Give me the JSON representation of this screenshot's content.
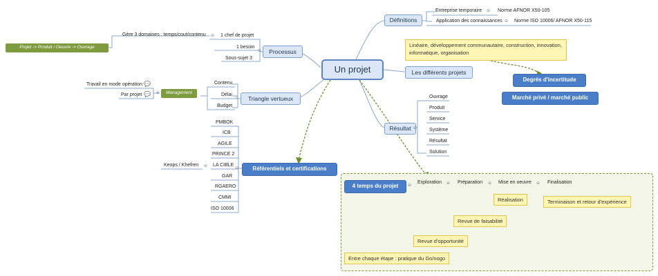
{
  "central": {
    "label": "Un projet"
  },
  "definitions": {
    "label": "Définitions",
    "items": [
      {
        "label": "Entreprise temporaire",
        "norm": "Norme AFNOR X50-105"
      },
      {
        "label": "Application des connaissances",
        "norm": "Norme ISO 10006/ AFNOR X50-115"
      }
    ]
  },
  "projets": {
    "label": "Les différents projets",
    "callout": "Linéaire, développement communautaire, construction, innovation, informatique, organisation",
    "incertitude": "Degrés d'incertitude",
    "marche": "Marché privé / marché public"
  },
  "processus": {
    "label": "Processus",
    "items": [
      "1 chef de projet",
      "1 besoin",
      "Sous-sujet  3"
    ],
    "domaines": "Gère 3 domaines : temps/cout/contenu",
    "chain": "Projet -> Produit / Oeuvre -> Ouvrage"
  },
  "triangle": {
    "label": "Triangle vertueux",
    "items": [
      "Contenu",
      "Délai",
      "Budget"
    ],
    "management": "Management",
    "mgmt_items": [
      "Travail en mode opération",
      "Par projet"
    ]
  },
  "resultat": {
    "label": "Résultat",
    "items": [
      "Ouvrage",
      "Produit",
      "Service",
      "Système",
      "Résultat",
      "Solution"
    ]
  },
  "referentiels": {
    "label": "Référentiels et certifications",
    "items": [
      "PMBOK",
      "ICB",
      "AGILE",
      "PRINCE 2",
      "LA CIBLE",
      "GAR",
      "RGAERO",
      "CMMI",
      "ISO 10006"
    ],
    "keops": "Keops / Khefren"
  },
  "temps": {
    "label": "4 temps du projet",
    "phases": [
      "Exploration",
      "Préparation",
      "Mise en oeuvre",
      "Finalisation"
    ],
    "callouts": {
      "realisation": "Réalisation",
      "terminaison": "Terminaison et retour d'expérience",
      "faisabilite": "Revue de faisabilité",
      "opportunite": "Revue d'opportunité",
      "go_nogo": "Entre chaque étape : pratique du Go/nogo"
    }
  },
  "colors": {
    "line": "#8aa7cc",
    "dashed_arrow": "#6f8f2f",
    "callout_line": "#e5c44e",
    "blue_node": "#4a7ec8",
    "olive_node": "#7e9b40"
  }
}
